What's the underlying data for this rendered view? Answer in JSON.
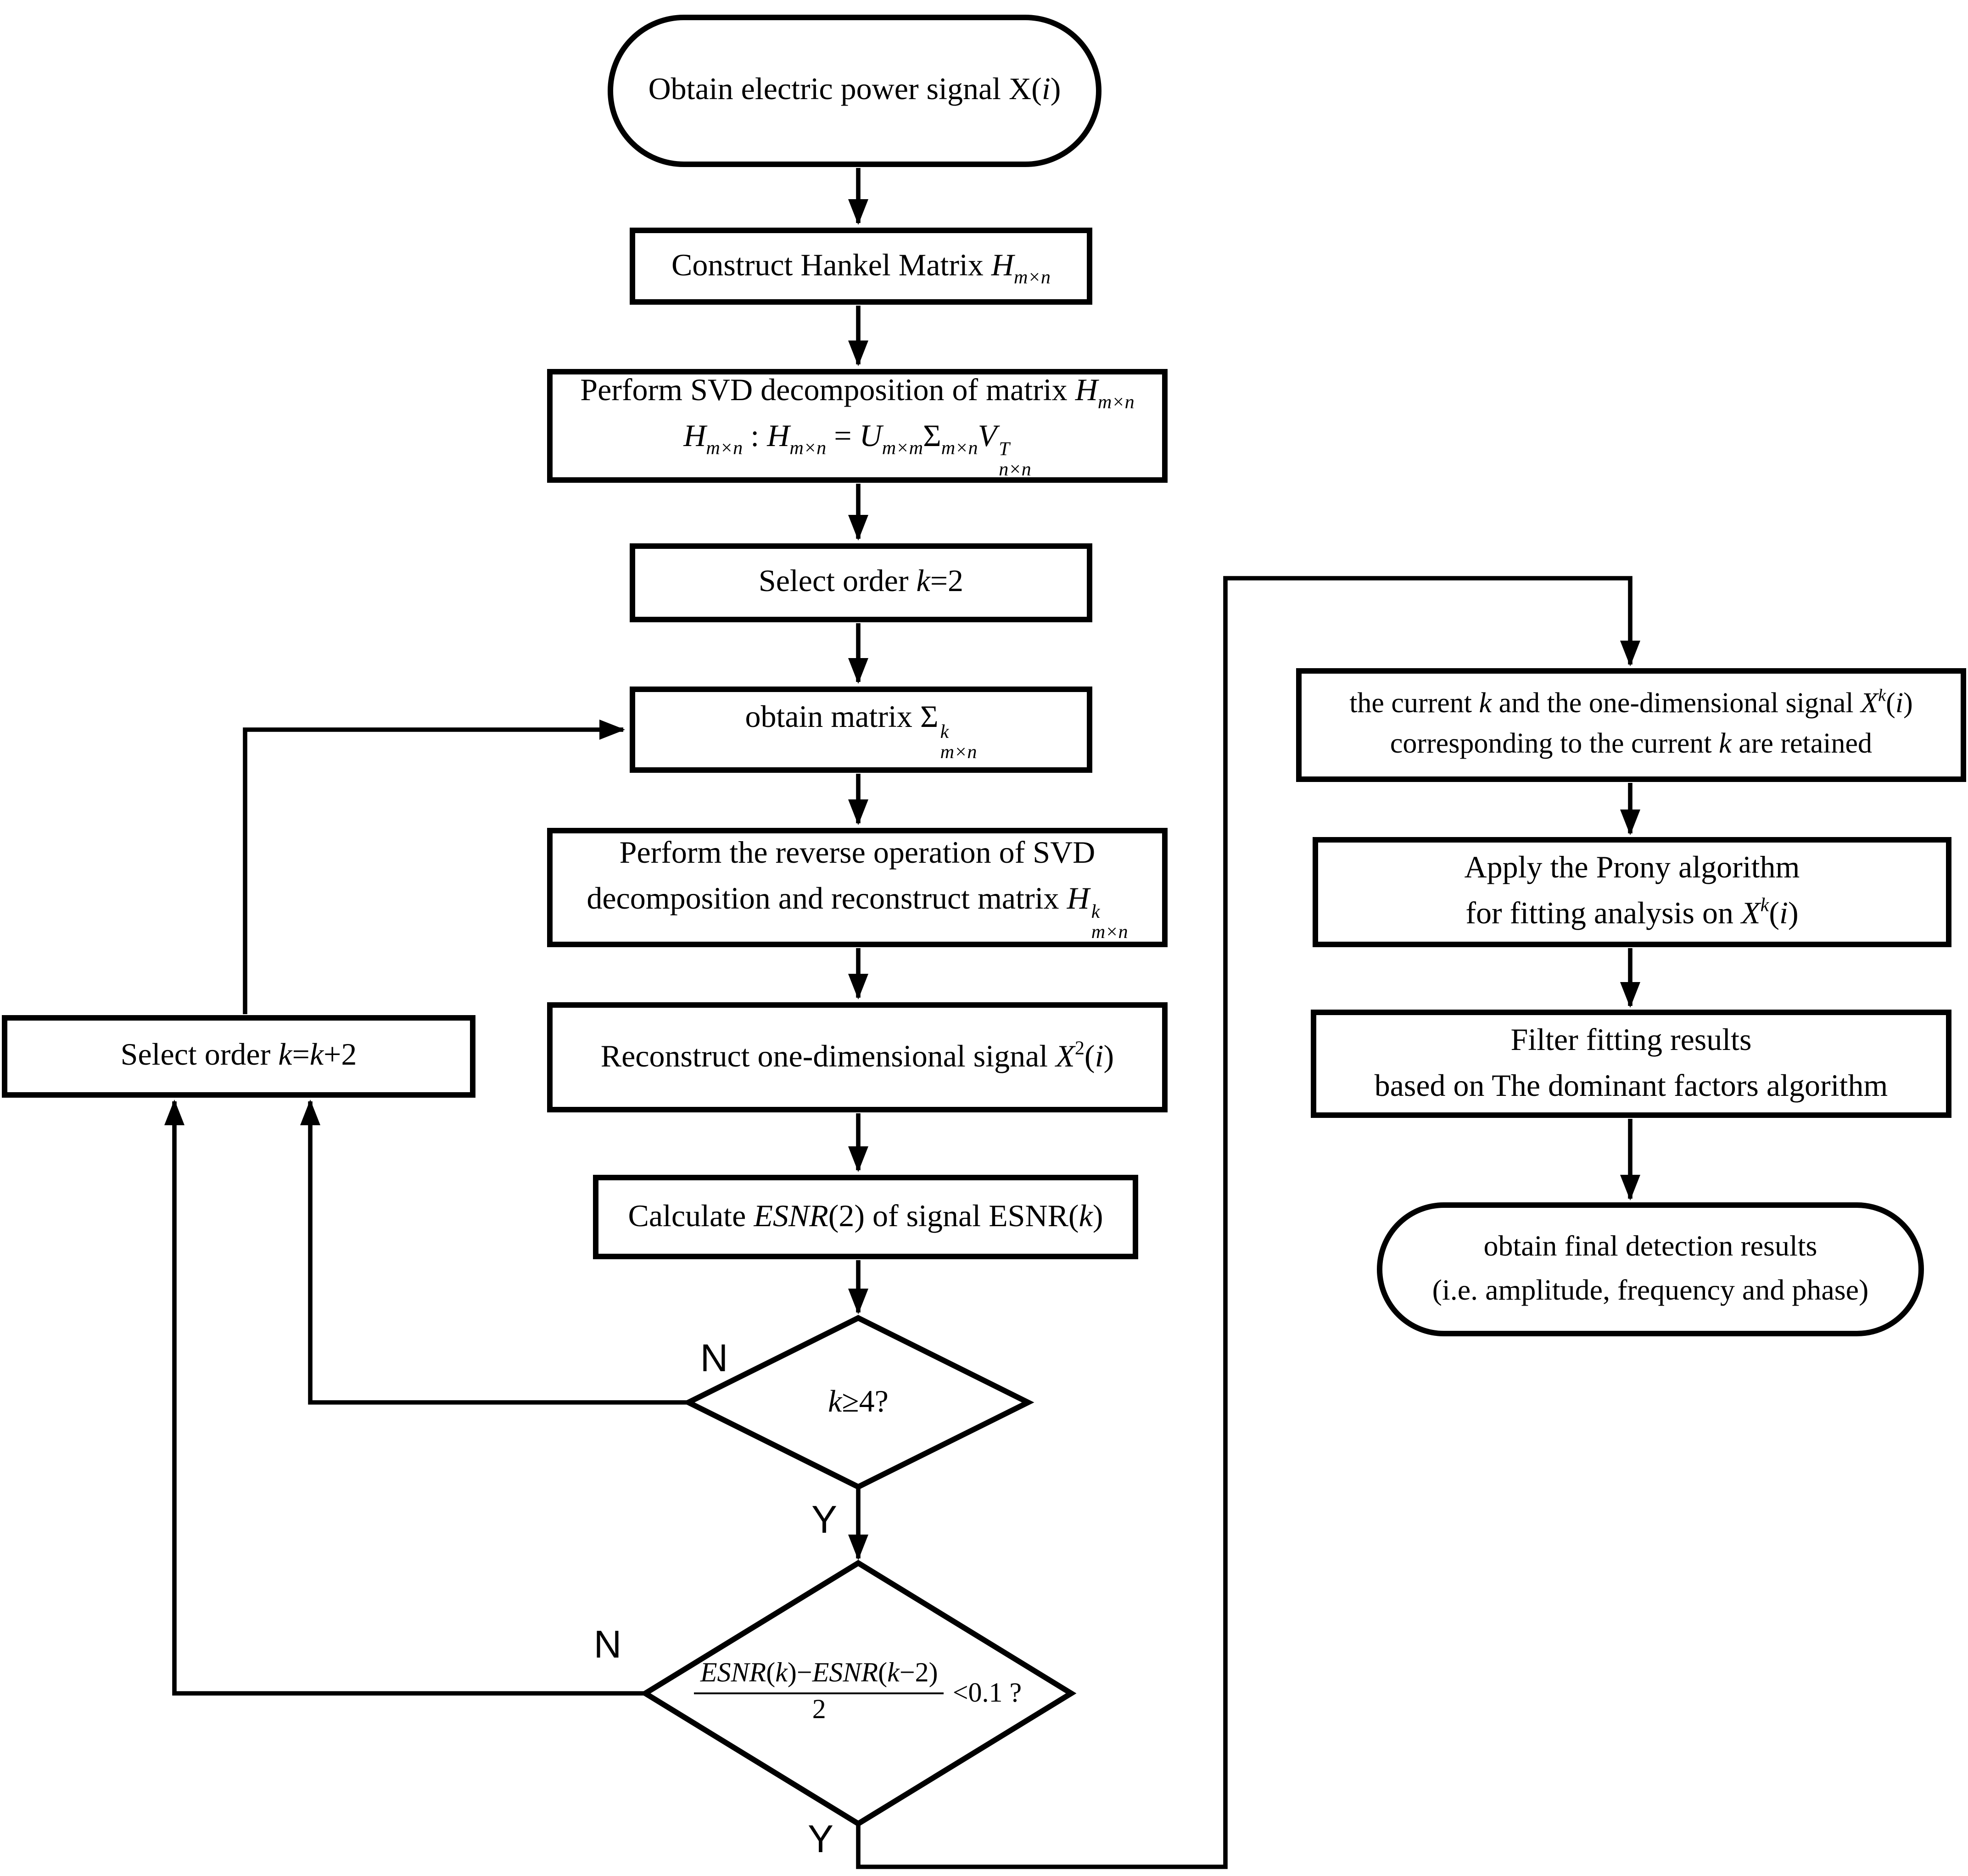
{
  "flowchart": {
    "colors": {
      "line": "#000000",
      "fill": "#ffffff",
      "text": "#000000"
    },
    "nodes": {
      "start": {
        "a": "Obtain electric power signal X(",
        "i": "i",
        "c": ")"
      },
      "hankel": {
        "a": "Construct Hankel Matrix ",
        "h": "H",
        "sub": "m×n"
      },
      "svd": {
        "a": "Perform SVD decomposition of matrix ",
        "h": "H",
        "hsub": "m×n",
        "f1": "H",
        "f1s": "m×n",
        "colon": " : ",
        "f2": "H",
        "f2s": "m×n",
        "eq": " = ",
        "u": "U",
        "us": "m×m",
        "sig": "Σ",
        "sigs": "m×n",
        "v": "V",
        "vsup": "T",
        "vsub": "n×n"
      },
      "select2": {
        "a": "Select order ",
        "k": "k",
        "b": "=2"
      },
      "obtain": {
        "a": "obtain matrix ",
        "sig": "Σ",
        "sup": "k",
        "sub": "m×n"
      },
      "reverse": {
        "l1": "Perform the reverse operation of SVD",
        "l2": "decomposition and reconstruct matrix ",
        "h": "H",
        "sup": "k",
        "sub": "m×n"
      },
      "reconstruct": {
        "a": "Reconstruct one-dimensional signal ",
        "x": "X",
        "sup": "2",
        "b": "(",
        "i": "i",
        "c": ")"
      },
      "esnr": {
        "a": "Calculate ",
        "b": "ESNR",
        "c": "(2) of signal ESNR(",
        "d": "k",
        "e": ")"
      },
      "decision1": {
        "k": "k",
        "rest": "≥4?"
      },
      "decision2": {
        "e1": "ESNR",
        "e2": "(",
        "e3": "k",
        "e4": ")−",
        "e5": "ESNR",
        "e6": "(",
        "e7": "k",
        "e8": "−2)",
        "den": "2",
        "rhs": "<0.1 ?"
      },
      "kk2": {
        "a": "Select order ",
        "k1": "k",
        "eq": "=",
        "k2": "k",
        "b": "+2"
      },
      "retain": {
        "a": "the current ",
        "k1": "k",
        "b": " and the one-dimensional signal ",
        "x": "X",
        "sup": "k",
        "o": "(",
        "i": "i",
        "c": ")",
        "d": "corresponding to the current ",
        "k2": "k",
        "e": " are retained"
      },
      "prony": {
        "l1": "Apply the Prony algorithm",
        "l2": "for fitting analysis on ",
        "x": "X",
        "sup": "k",
        "o": "(",
        "i": "i",
        "c": ")"
      },
      "filter": {
        "l1": "Filter fitting results",
        "l2": "based on The dominant factors algorithm"
      },
      "end": {
        "l1": "obtain final detection results",
        "l2": "(i.e. amplitude, frequency and phase)"
      }
    },
    "labels": {
      "n1": "N",
      "y1": "Y",
      "n2": "N",
      "y2": "Y"
    }
  }
}
